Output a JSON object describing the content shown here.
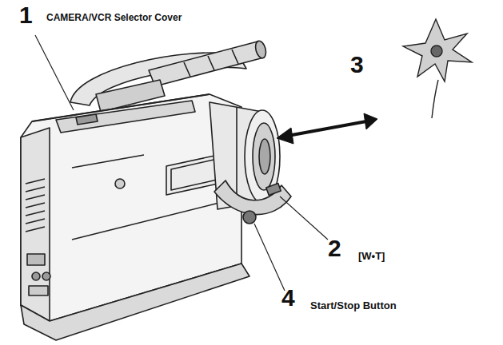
{
  "diagram": {
    "labels": [
      "1",
      "CAMERA/VCR Selector Cover",
      "3",
      "2",
      "[W•T]",
      "4",
      "Start/Stop Button"
    ]
  }
}
